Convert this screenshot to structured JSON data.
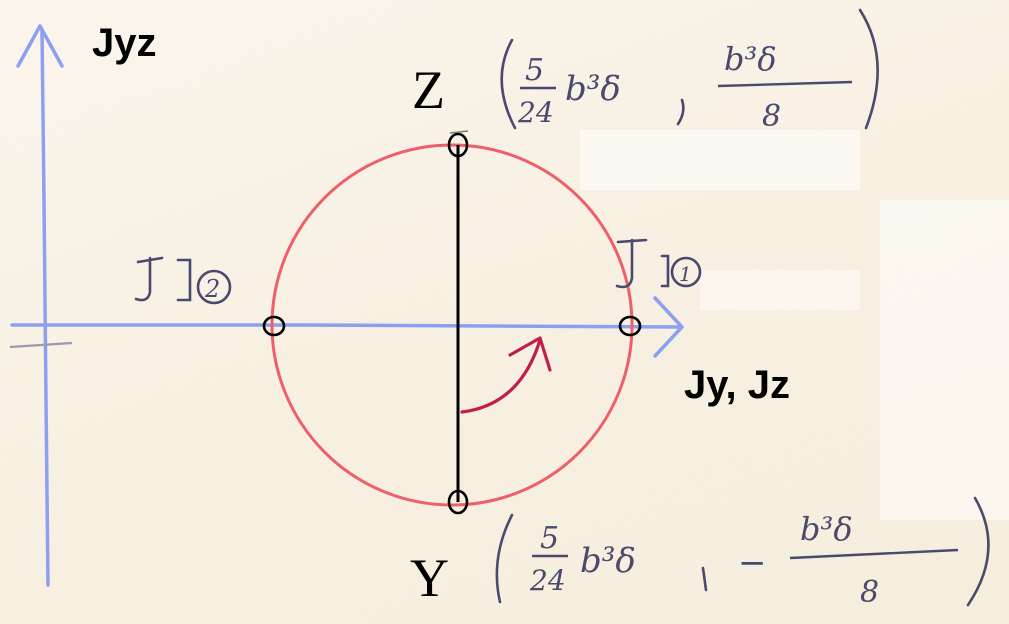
{
  "axes": {
    "vertical_label": "Jyz",
    "horizontal_label": "Jy, Jz",
    "color": "#8ba0f0"
  },
  "circle": {
    "color": "#ee5f6a"
  },
  "points": {
    "top": "Z",
    "bottom": "Y",
    "left_label": "J2",
    "right_label": "J1"
  },
  "coordinates": {
    "top": {
      "x_coef": "5",
      "x_den": "24",
      "x_var": "b³δ",
      "y_num": "b³δ",
      "y_den": "8",
      "y_sign": ""
    },
    "bottom": {
      "x_coef": "5",
      "x_den": "24",
      "x_var": "b³δ",
      "y_num": "b³δ",
      "y_den": "8",
      "y_sign": "−"
    }
  },
  "rotation_arrow": {
    "color": "#c21e4a"
  },
  "ink_color": "#4a4a6e"
}
